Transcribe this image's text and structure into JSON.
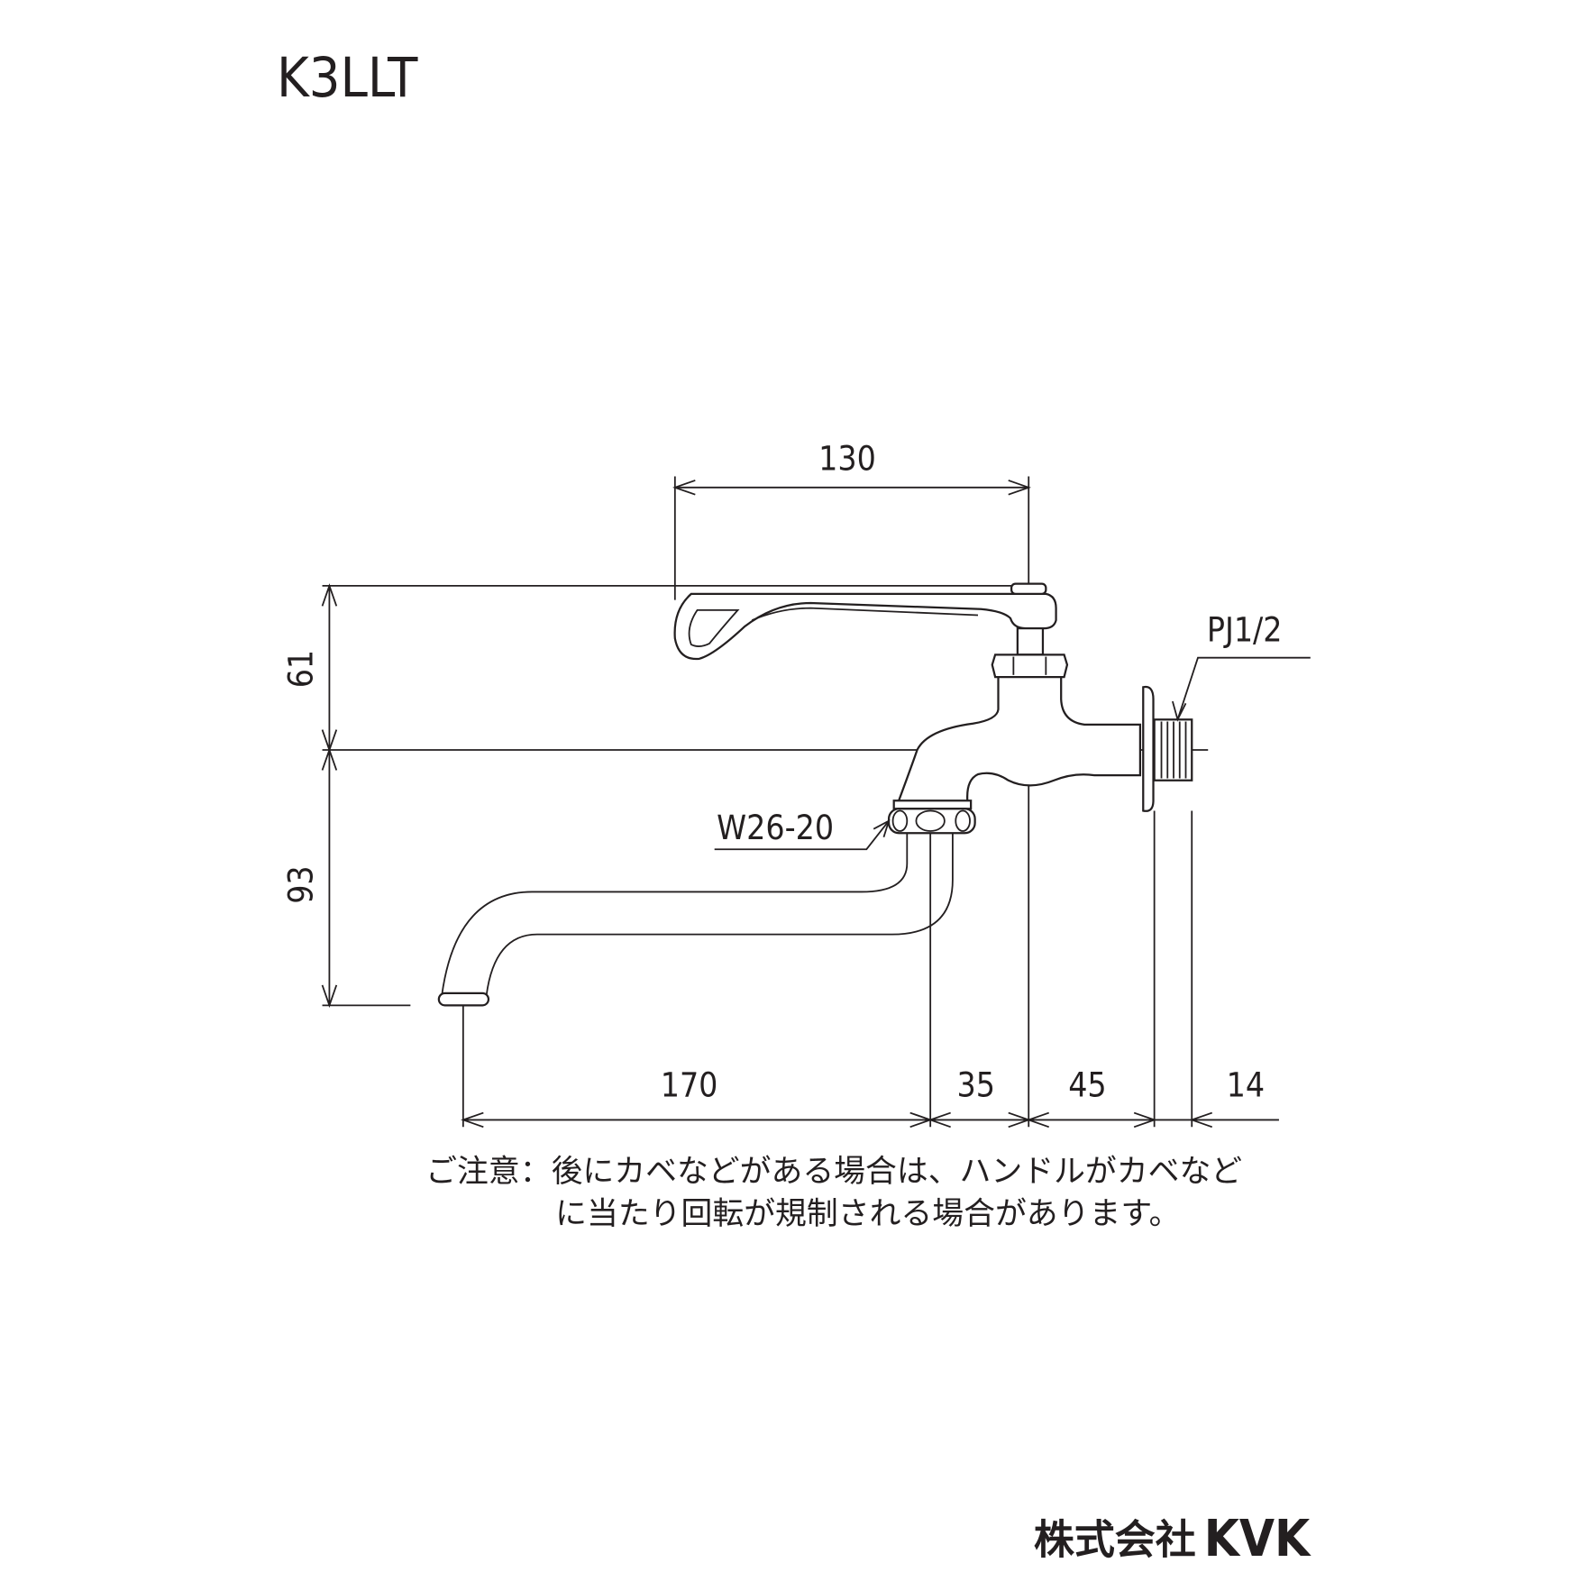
{
  "title": "K3LLT",
  "dimensions": {
    "handle_reach": "130",
    "height_above_center": "61",
    "height_below_center": "93",
    "spout_reach": "170",
    "d35": "35",
    "d45": "45",
    "d14": "14"
  },
  "labels": {
    "inlet_thread": "PJ1/2",
    "outlet_thread": "W26-20"
  },
  "note": {
    "line1": "ご注意：後にカベなどがある場合は、ハンドルがカベなど",
    "line2": "に当たり回転が規制される場合があります。"
  },
  "logo": {
    "company": "株式会社",
    "brand": "KVK"
  },
  "colors": {
    "ink": "#231f20"
  }
}
